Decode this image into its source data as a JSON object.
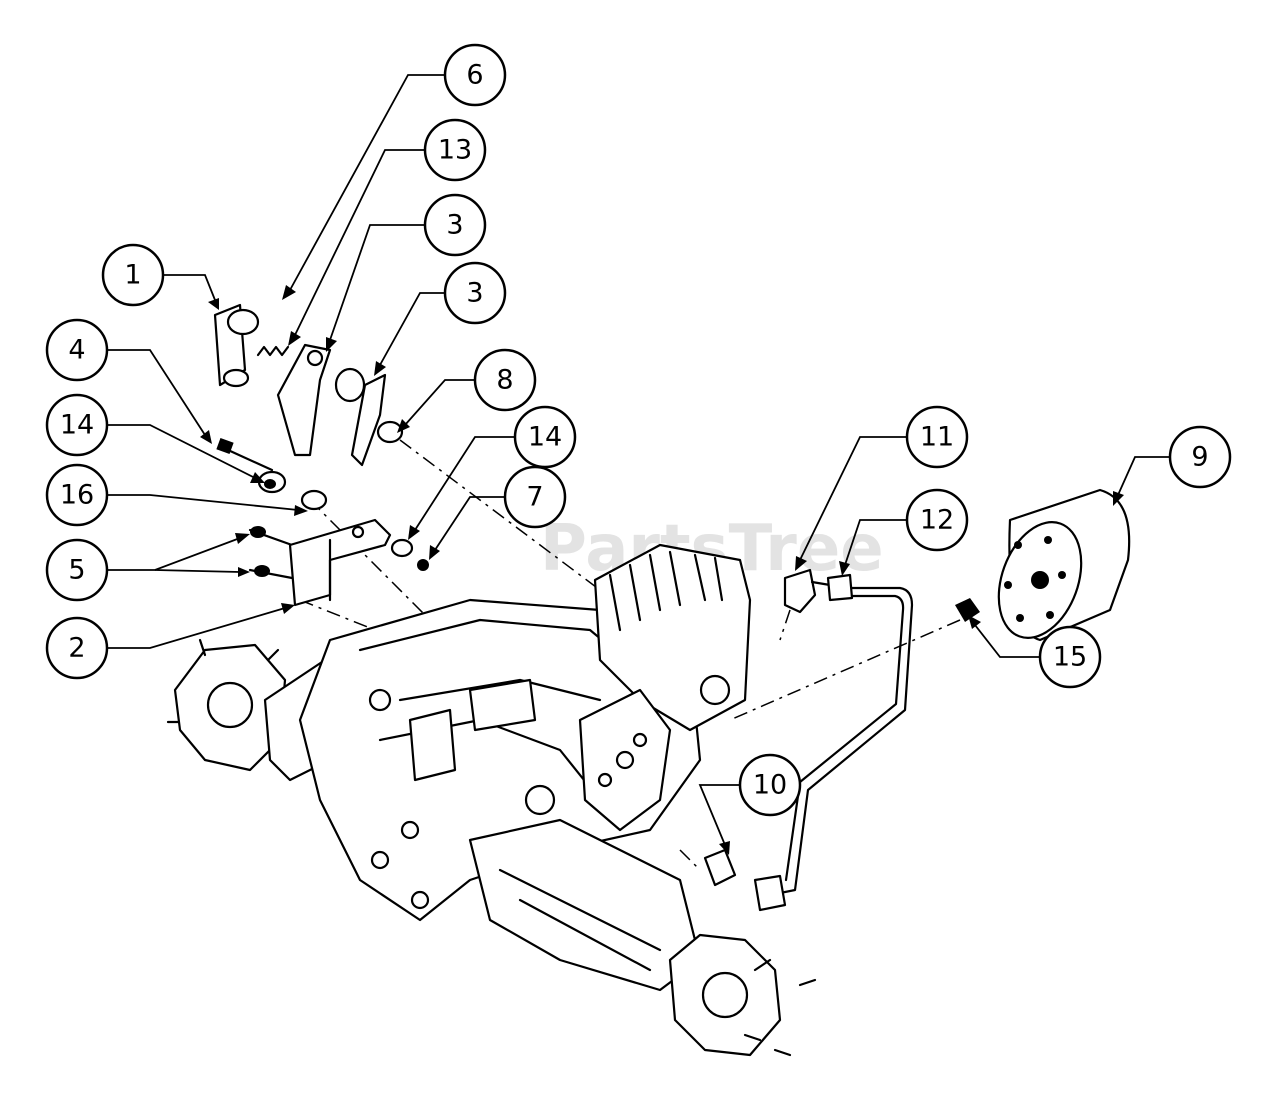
{
  "watermark": "PartsTree",
  "callouts": [
    "6",
    "13",
    "3",
    "3",
    "1",
    "4",
    "8",
    "14",
    "14",
    "16",
    "7",
    "5",
    "2",
    "11",
    "12",
    "9",
    "15",
    "10"
  ]
}
